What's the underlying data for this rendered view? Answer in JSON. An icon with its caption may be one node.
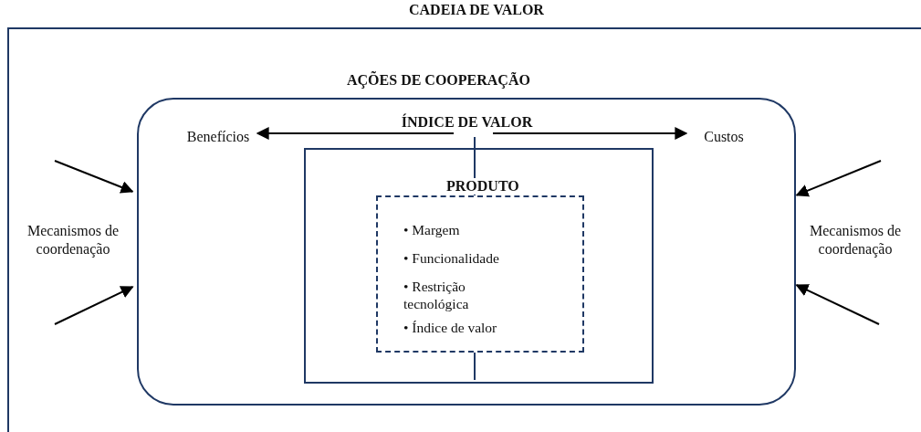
{
  "diagram": {
    "nodes": [
      {
        "text": [
          "CADEIA DE VALOR"
        ]
      },
      {
        "text": [
          "AÇÕES DE COOPERAÇÃO"
        ],
        "in": 0
      },
      {
        "text": [],
        "shape": "box",
        "in": 1
      },
      {
        "text": [
          "PRODUTO",
          "• Margem",
          "• Funcionalidade",
          "• Restrição tecnológica",
          "• Índice de valor"
        ],
        "in": 2
      },
      {
        "text": [
          "Benefícios"
        ],
        "in": 1
      },
      {
        "text": [
          "Custos"
        ],
        "in": 1
      },
      {
        "text": [
          "ÍNDICE DE VALOR"
        ],
        "in": 1
      }
    ],
    "edges": [
      {
        "from": 6,
        "to": 4,
        "arrow": "to"
      },
      {
        "from": 6,
        "to": 5,
        "arrow": "to"
      },
      {
        "from": null,
        "to": 1,
        "arrow": "to"
      },
      {
        "from": null,
        "to": 1,
        "arrow": "to"
      },
      {
        "from": null,
        "to": 1,
        "arrow": "to"
      },
      {
        "from": null,
        "to": 1,
        "arrow": "to"
      }
    ],
    "labels": [
      "Mecanismos de coordenação",
      "Mecanismos de coordenação"
    ]
  }
}
